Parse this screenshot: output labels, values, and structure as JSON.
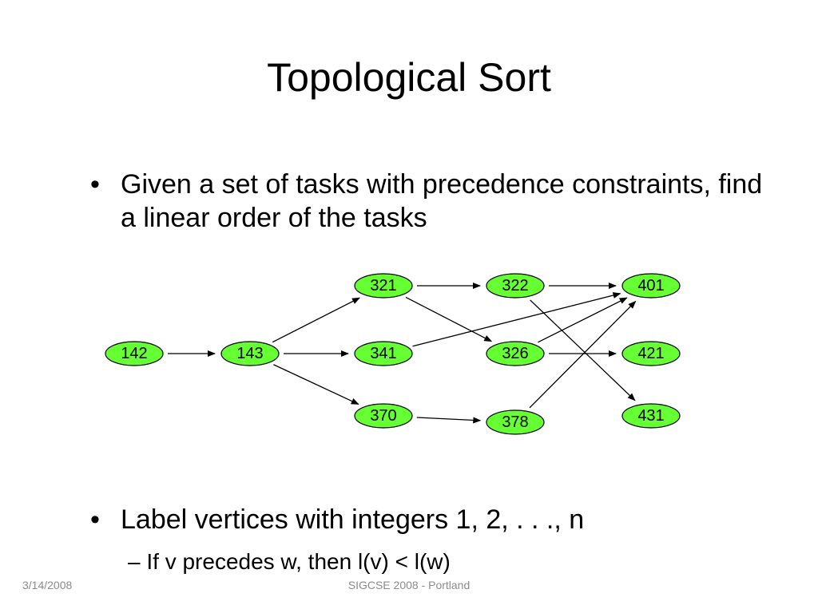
{
  "slide": {
    "title": "Topological Sort",
    "bullets": [
      {
        "marker": "•",
        "text": "Given a set of tasks with precedence constraints, find a linear order of the tasks"
      },
      {
        "marker": "•",
        "text": "Label vertices with integers 1, 2, . . ., n"
      }
    ],
    "sub_bullet": "– If v precedes w, then l(v) < l(w)",
    "footer": {
      "date": "3/14/2008",
      "center": "SIGCSE 2008 - Portland"
    }
  },
  "graph": {
    "node_fill": "#66ff33",
    "nodes": [
      "142",
      "143",
      "321",
      "341",
      "370",
      "322",
      "326",
      "378",
      "401",
      "421",
      "431"
    ],
    "edges": [
      [
        "142",
        "143"
      ],
      [
        "143",
        "321"
      ],
      [
        "143",
        "341"
      ],
      [
        "143",
        "370"
      ],
      [
        "321",
        "322"
      ],
      [
        "321",
        "326"
      ],
      [
        "322",
        "401"
      ],
      [
        "322",
        "431"
      ],
      [
        "341",
        "401"
      ],
      [
        "326",
        "401"
      ],
      [
        "326",
        "421"
      ],
      [
        "370",
        "378"
      ],
      [
        "378",
        "401"
      ]
    ]
  }
}
